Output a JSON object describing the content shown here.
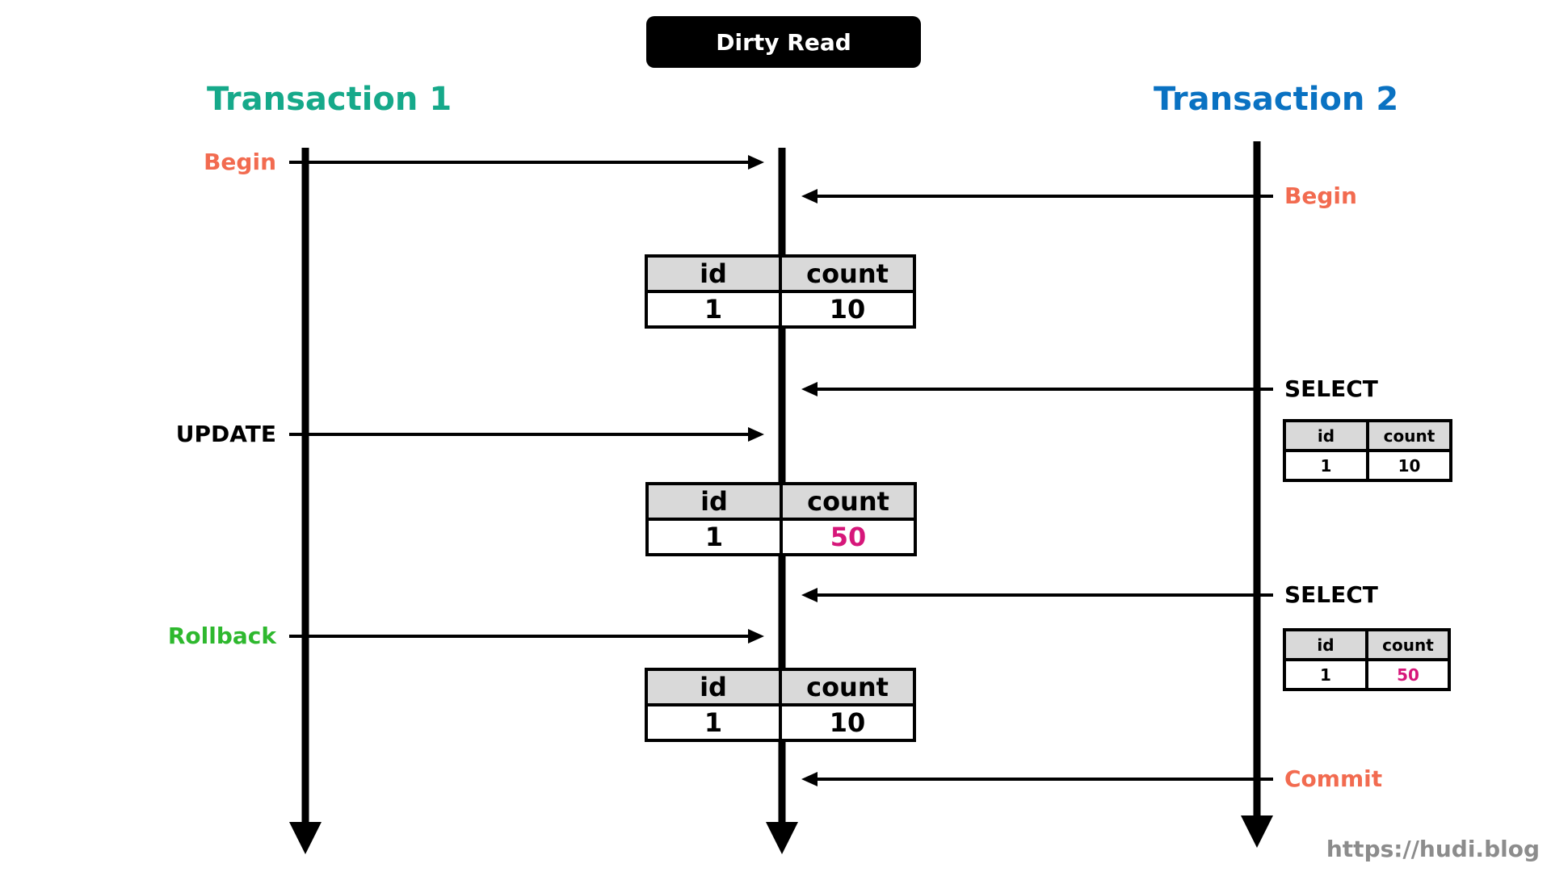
{
  "title": "Dirty Read",
  "transaction1": {
    "title": "Transaction 1",
    "color": "#16a98a",
    "steps": {
      "begin": {
        "label": "Begin",
        "color": "#f26b50"
      },
      "update": {
        "label": "UPDATE",
        "color": "#000000"
      },
      "rollback": {
        "label": "Rollback",
        "color": "#2eb82e"
      }
    }
  },
  "transaction2": {
    "title": "Transaction 2",
    "color": "#0a72c2",
    "steps": {
      "begin": {
        "label": "Begin",
        "color": "#f26b50"
      },
      "select1": {
        "label": "SELECT",
        "color": "#000000"
      },
      "select2": {
        "label": "SELECT",
        "color": "#000000"
      },
      "commit": {
        "label": "Commit",
        "color": "#f26b50"
      }
    }
  },
  "database_tables": [
    {
      "headers": [
        "id",
        "count"
      ],
      "row": [
        "1",
        "10"
      ],
      "highlight_count": false
    },
    {
      "headers": [
        "id",
        "count"
      ],
      "row": [
        "1",
        "50"
      ],
      "highlight_count": true
    },
    {
      "headers": [
        "id",
        "count"
      ],
      "row": [
        "1",
        "10"
      ],
      "highlight_count": false
    }
  ],
  "select_results": [
    {
      "headers": [
        "id",
        "count"
      ],
      "row": [
        "1",
        "10"
      ],
      "highlight_count": false
    },
    {
      "headers": [
        "id",
        "count"
      ],
      "row": [
        "1",
        "50"
      ],
      "highlight_count": true
    }
  ],
  "highlight_color": "#d6177a",
  "watermark": "https://hudi.blog"
}
